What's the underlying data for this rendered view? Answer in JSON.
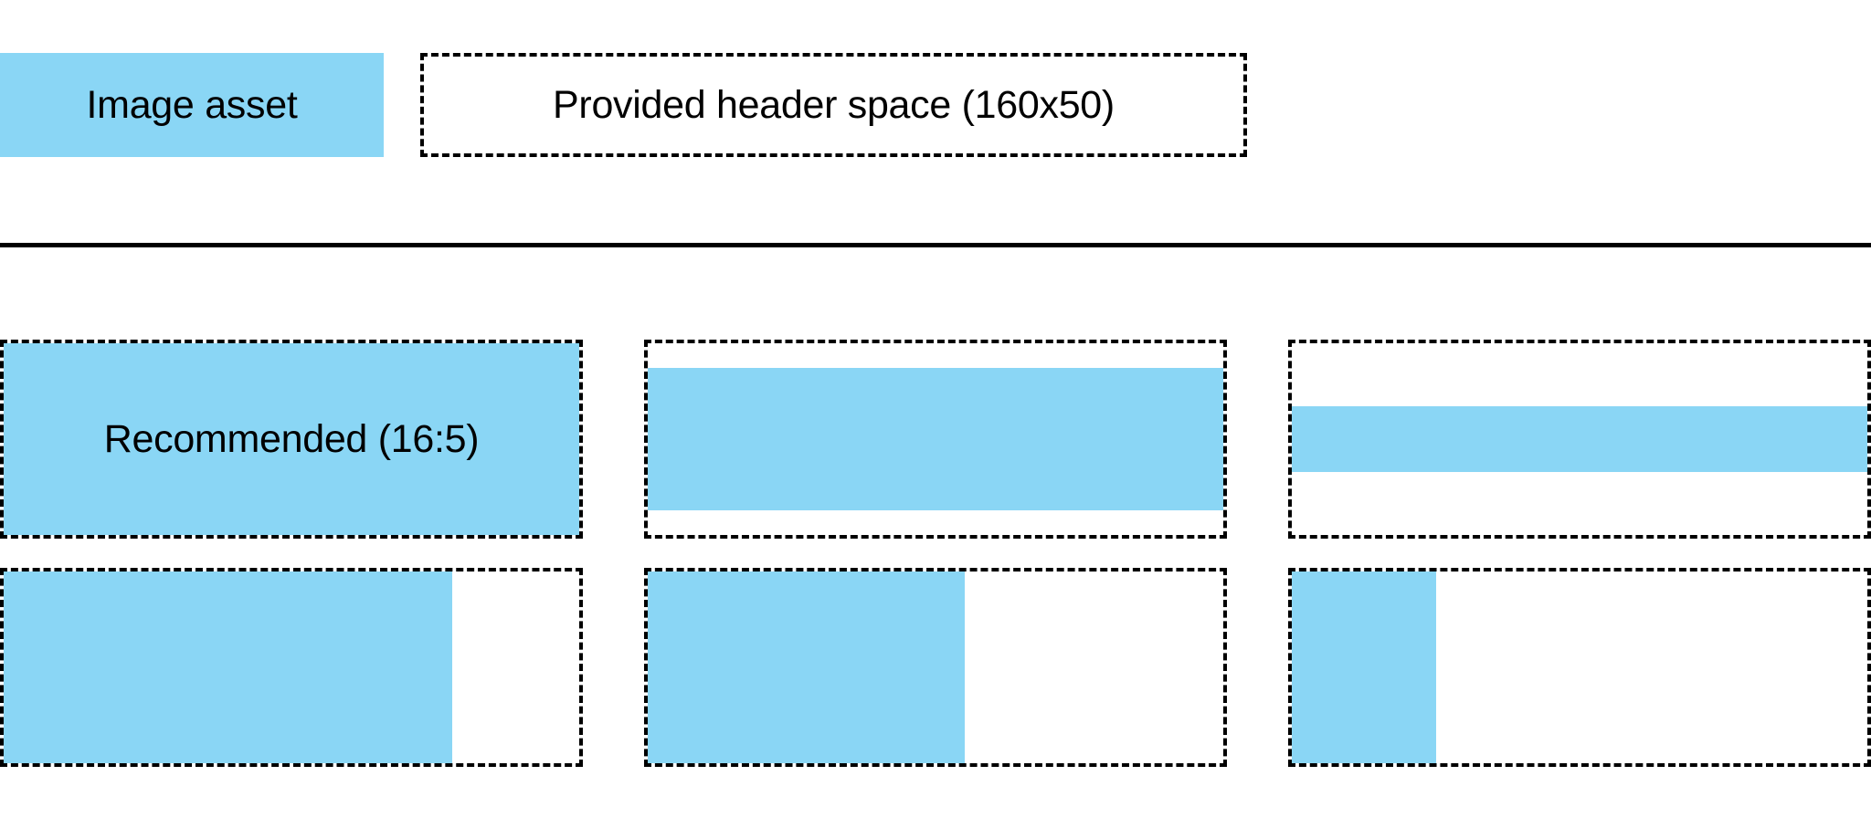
{
  "colors": {
    "asset_fill": "#8ad6f5",
    "outline": "#000000",
    "background": "#ffffff",
    "divider": "#000000"
  },
  "header": {
    "image_asset_label": "Image asset",
    "provided_space_label": "Provided header space (160x50)"
  },
  "grid": {
    "rows": [
      {
        "cells": [
          {
            "label": "Recommended (16:5)",
            "fill": {
              "left_pct": 0,
              "top_pct": 0,
              "width_pct": 100,
              "height_pct": 100
            }
          },
          {
            "label": "",
            "fill": {
              "left_pct": 0,
              "top_pct": 13,
              "width_pct": 100,
              "height_pct": 74
            }
          },
          {
            "label": "",
            "fill": {
              "left_pct": 0,
              "top_pct": 33,
              "width_pct": 100,
              "height_pct": 34
            }
          }
        ]
      },
      {
        "cells": [
          {
            "label": "",
            "fill": {
              "left_pct": 0,
              "top_pct": 0,
              "width_pct": 78,
              "height_pct": 100
            }
          },
          {
            "label": "",
            "fill": {
              "left_pct": 0,
              "top_pct": 0,
              "width_pct": 55,
              "height_pct": 100
            }
          },
          {
            "label": "",
            "fill": {
              "left_pct": 0,
              "top_pct": 0,
              "width_pct": 25,
              "height_pct": 100
            }
          }
        ]
      }
    ]
  }
}
